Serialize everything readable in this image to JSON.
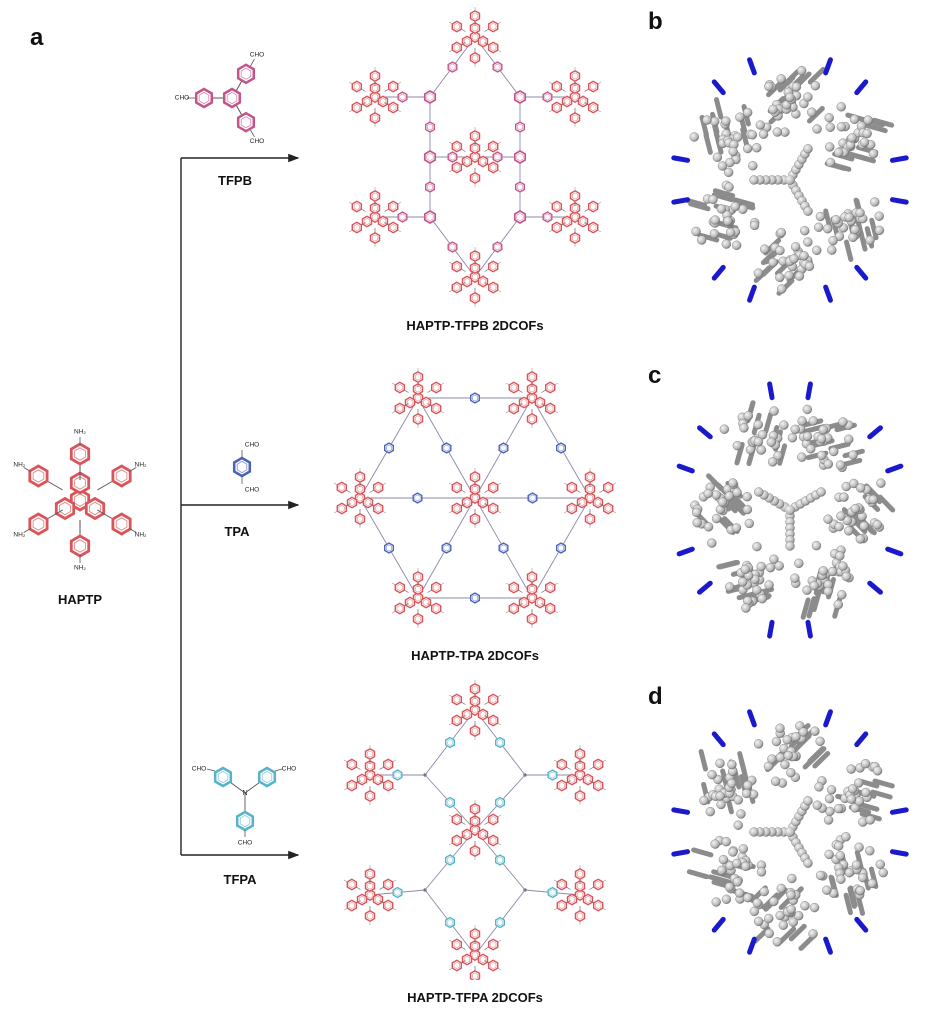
{
  "panels": {
    "a": "a",
    "b": "b",
    "c": "c",
    "d": "d"
  },
  "monomers": {
    "haptp": {
      "name": "HAPTP",
      "substituent": "NH₂",
      "color": "#d9555a"
    },
    "tfpb": {
      "name": "TFPB",
      "substituent": "CHO",
      "color": "#c4558a"
    },
    "tpa": {
      "name": "TPA",
      "substituent": "CHO",
      "color": "#4b62b8"
    },
    "tfpa": {
      "name": "TFPA",
      "substituent": "CHO",
      "color": "#56b3cc"
    }
  },
  "products": {
    "tfpb": "HAPTP-TFPB 2DCOFs",
    "tpa": "HAPTP-TPA 2DCOFs",
    "tfpa": "HAPTP-TFPA 2DCOFs"
  },
  "models": {
    "atom_color": "#b8b8b8",
    "nitrogen_color": "#1a1acc"
  }
}
